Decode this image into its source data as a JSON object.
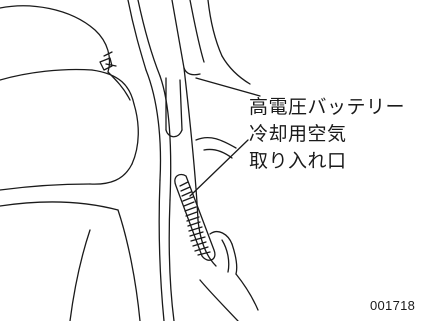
{
  "callout": {
    "line1": "高電圧バッテリー",
    "line2": "冷却用空気",
    "line3": "取り入れ口"
  },
  "reference_code": "001718",
  "colors": {
    "line": "#1a1a1a",
    "background": "#ffffff"
  }
}
